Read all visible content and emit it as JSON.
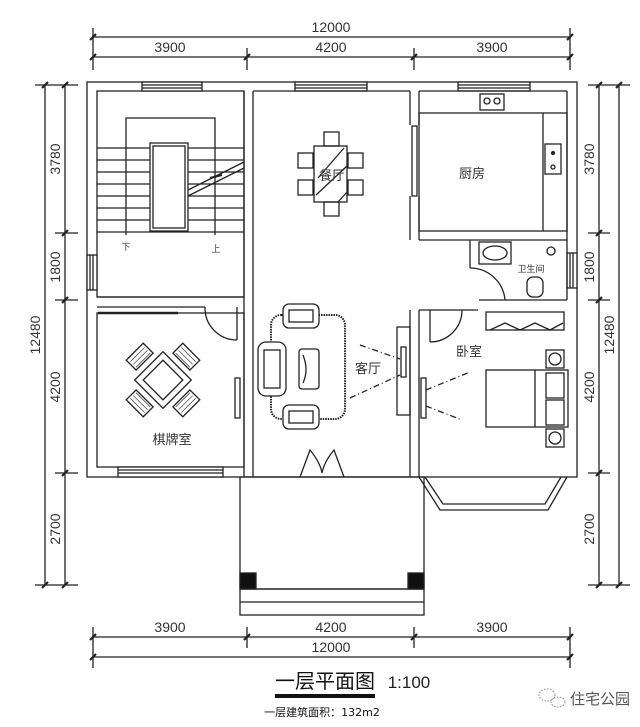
{
  "drawing": {
    "title": "一层平面图",
    "scale": "1:100",
    "area_label": "一层建筑面积：132m2"
  },
  "watermark": {
    "icon": "wechat-icon",
    "text": "住宅公园"
  },
  "dimensions": {
    "top": {
      "total": "12000",
      "segments": [
        "3900",
        "4200",
        "3900"
      ]
    },
    "bottom": {
      "total": "12000",
      "segments": [
        "3900",
        "4200",
        "3900"
      ]
    },
    "left": {
      "total": "12480",
      "segments": [
        "3780",
        "1800",
        "4200",
        "2700"
      ]
    },
    "right": {
      "total": "12480",
      "segments": [
        "3780",
        "1800",
        "4200",
        "2700"
      ]
    }
  },
  "rooms": {
    "dining": "餐厅",
    "kitchen": "厨房",
    "bathroom": "卫生间",
    "living": "客厅",
    "bedroom": "卧室",
    "mahjong": "棋牌室"
  },
  "stair": {
    "down": "下",
    "up": "上"
  },
  "colors": {
    "line": "#222222",
    "background": "#ffffff",
    "column_fill": "#111111"
  }
}
